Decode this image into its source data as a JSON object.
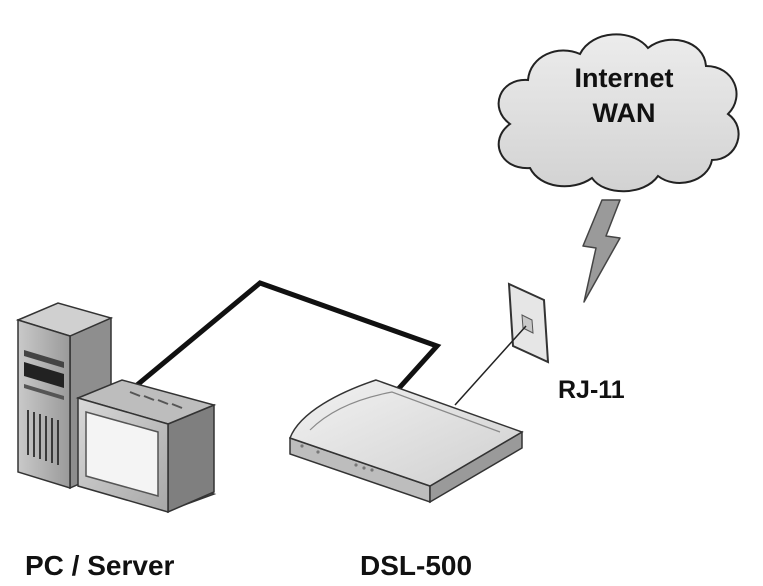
{
  "cloud": {
    "line1": "Internet",
    "line2": "WAN"
  },
  "wall_jack": {
    "label": "RJ-11"
  },
  "pc": {
    "label": "PC / Server"
  },
  "modem": {
    "label": "DSL-500"
  },
  "colors": {
    "cloud_fill": "#e2e2e2",
    "device_light": "#e0e0e0",
    "device_mid": "#b9b9b9",
    "device_dark": "#8a8a8a",
    "line": "#111111"
  }
}
